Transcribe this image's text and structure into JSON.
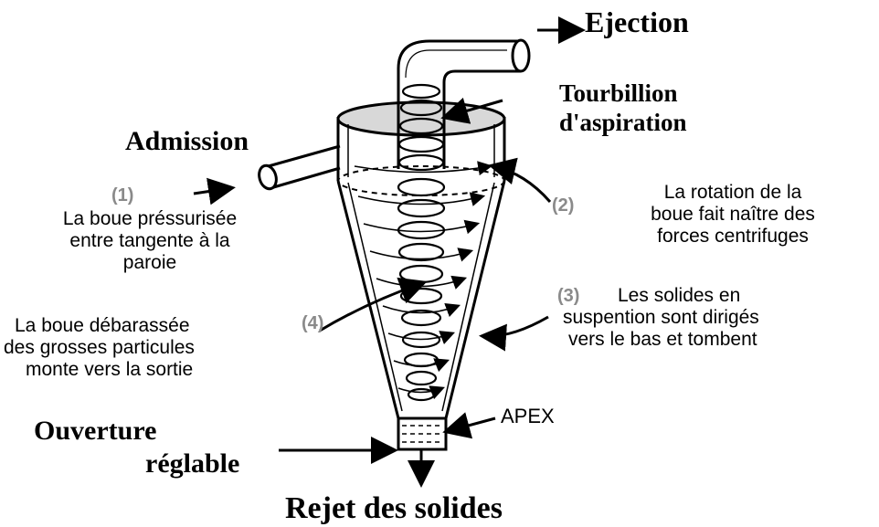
{
  "titles": {
    "ejection": "Ejection",
    "tourbillion_line1": "Tourbillion",
    "tourbillion_line2": "d'aspiration",
    "admission": "Admission",
    "ouverture_line1": "Ouverture",
    "ouverture_line2": "réglable",
    "rejet": "Rejet des solides",
    "apex": "APEX"
  },
  "notes": {
    "n1": {
      "num": "(1)",
      "lines": [
        "La boue préssurisée",
        "entre tangente à la",
        "paroie"
      ]
    },
    "n2": {
      "num": "(2)",
      "lines": [
        "La rotation de la",
        "boue fait naître des",
        "forces centrifuges"
      ]
    },
    "n3": {
      "num": "(3)",
      "lines": [
        "Les solides en",
        "suspention sont dirigés",
        "vers le bas et tombent"
      ]
    },
    "n4": {
      "num": "(4)",
      "lines": [
        "La boue débarassée",
        "des grosses particules",
        "monte vers la sortie"
      ]
    }
  },
  "colors": {
    "ink": "#000000",
    "number_grey": "#8a8a8a"
  }
}
